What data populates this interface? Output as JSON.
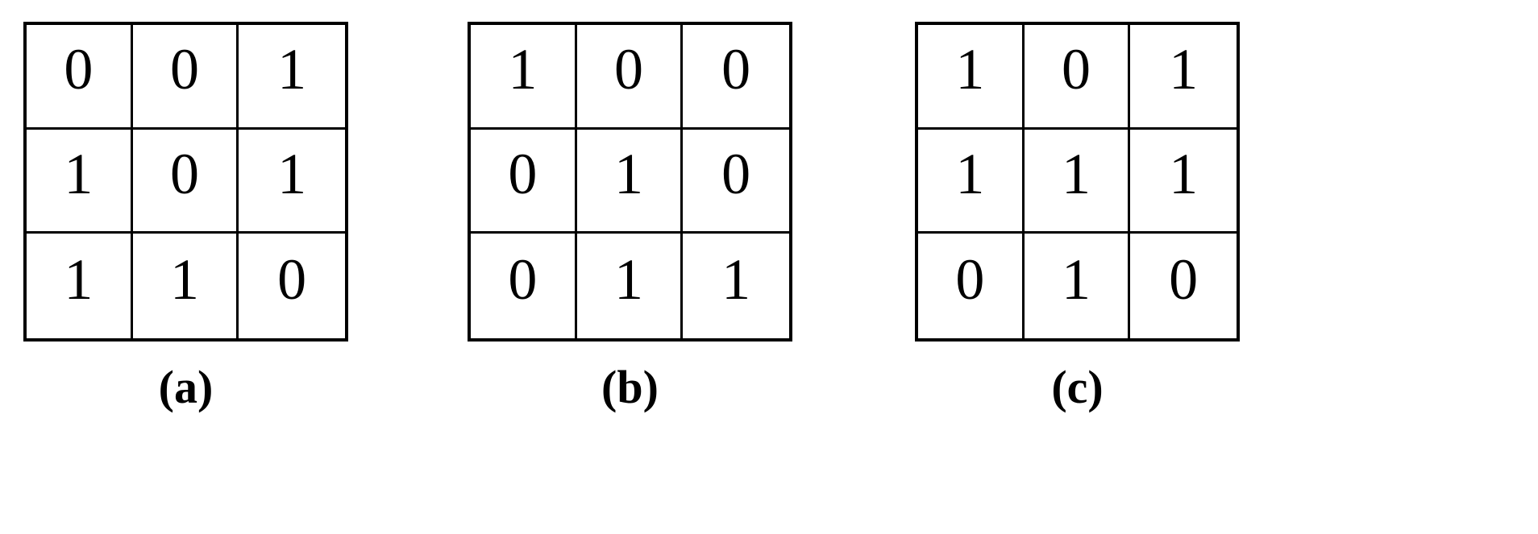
{
  "figure": {
    "background_color": "#ffffff",
    "line_color": "#000000",
    "text_color": "#000000"
  },
  "chart_data": {
    "type": "table",
    "title": "",
    "description": "Three 3x3 binary matrices labeled (a), (b) and (c)",
    "panels": [
      {
        "label": "(a)",
        "rows": [
          [
            "0",
            "0",
            "1"
          ],
          [
            "1",
            "0",
            "1"
          ],
          [
            "1",
            "1",
            "0"
          ]
        ]
      },
      {
        "label": "(b)",
        "rows": [
          [
            "1",
            "0",
            "0"
          ],
          [
            "0",
            "1",
            "0"
          ],
          [
            "0",
            "1",
            "1"
          ]
        ]
      },
      {
        "label": "(c)",
        "rows": [
          [
            "1",
            "0",
            "1"
          ],
          [
            "1",
            "1",
            "1"
          ],
          [
            "0",
            "1",
            "0"
          ]
        ]
      }
    ]
  }
}
